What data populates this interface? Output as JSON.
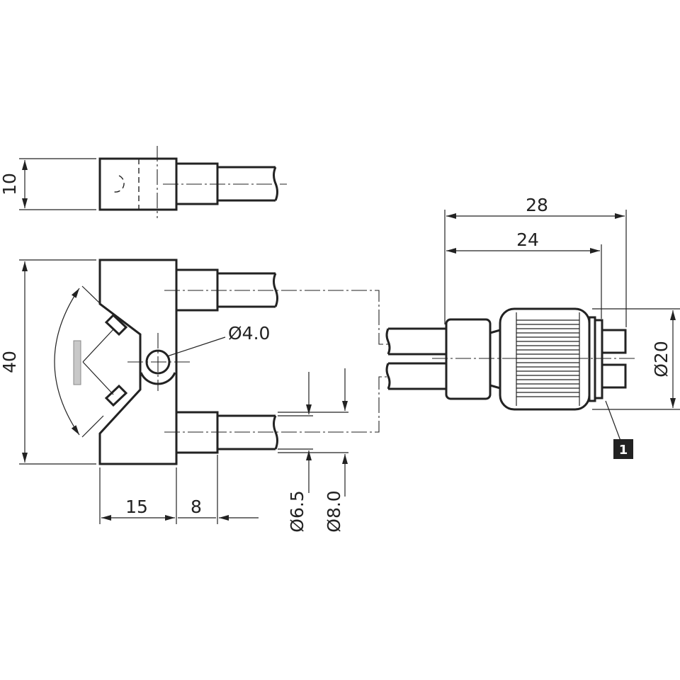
{
  "drawing": {
    "colors": {
      "line": "#222222",
      "background": "#ffffff",
      "lens": "#c8c8c8"
    },
    "dimensions": {
      "top_view_height": "10",
      "body_height": "40",
      "body_width": "15",
      "connector_width": "8",
      "hole_diameter": "Ø4.0",
      "fiber_diameter_inner": "Ø6.5",
      "fiber_diameter_outer": "Ø8.0",
      "connector_length_overall": "28",
      "connector_length": "24",
      "connector_diameter": "Ø20"
    },
    "callout": {
      "label": "1"
    }
  }
}
